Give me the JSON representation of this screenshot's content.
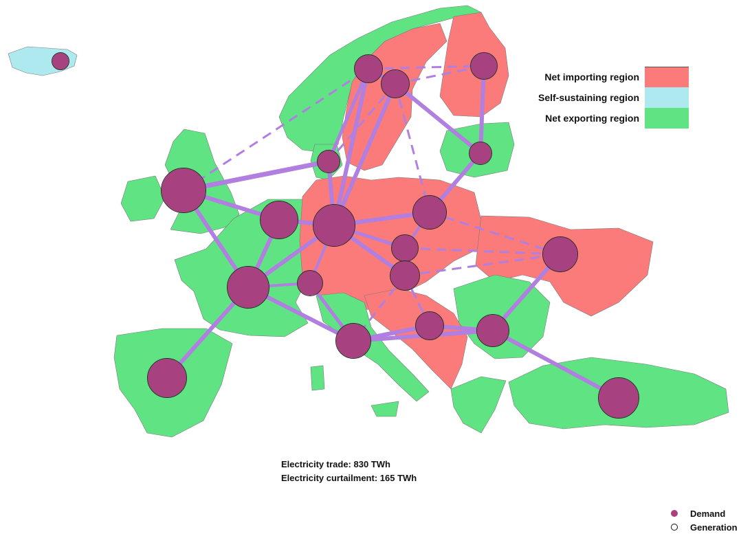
{
  "legend": {
    "items": [
      {
        "label": "Net importing region",
        "color": "#fb7a7a"
      },
      {
        "label": "Self-sustaining region",
        "color": "#aee9ef"
      },
      {
        "label": "Net exporting region",
        "color": "#5fe383"
      }
    ]
  },
  "stats": {
    "trade": "Electricity trade: 830 TWh",
    "curtailment": "Electricity curtailment: 165 TWh"
  },
  "markers": {
    "demand_label": "Demand",
    "generation_label": "Generation",
    "demand_color": "#a8417f",
    "line_color": "#b07fe0"
  }
}
